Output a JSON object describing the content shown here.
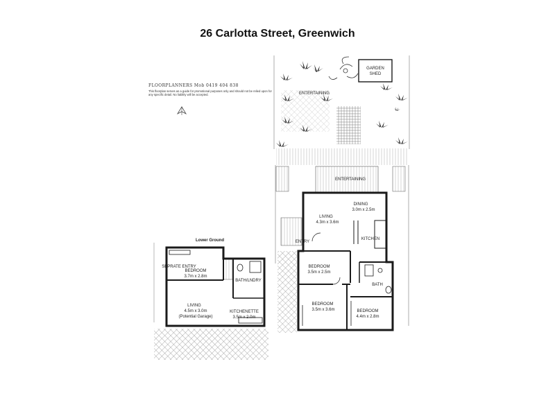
{
  "title": "26 Carlotta Street, Greenwich",
  "disclaimer": {
    "brand": "FLOORPLANNERS",
    "phone": "Mob 0419 404 838",
    "text": "This floorplan serves as a guide for promotional purposes only and should not be relied upon for any specific detail. No liability will be accepted."
  },
  "lower_ground": {
    "heading": "Lower Ground",
    "rooms": {
      "seprate_entry": "SEPRATE ENTRY",
      "bedroom_name": "BEDROOM",
      "bedroom_size": "3.7m x 2.8m",
      "bath_laundry": "BATH/LNDRY",
      "living_name": "LIVING",
      "living_size": "4.5m x 3.0m",
      "living_note": "(Potential Garage)",
      "kitchenette_name": "KITCHENETTE",
      "kitchenette_size": "3.5m x 2.0m"
    }
  },
  "ground": {
    "rooms": {
      "garden_shed_line1": "GARDEN",
      "garden_shed_line2": "SHED",
      "entertaining_upper": "ENTERTAINING",
      "entertaining_deck": "ENTERTAINING",
      "dining_name": "DINING",
      "dining_size": "3.0m x 2.5m",
      "living_name": "LIVING",
      "living_size": "4.3m x 3.6m",
      "kitchen": "KITCHEN",
      "entry": "ENTRY",
      "bedroom1_name": "BEDROOM",
      "bedroom1_size": "3.5m x 2.5m",
      "bath": "BATH",
      "bedroom2_name": "BEDROOM",
      "bedroom2_size": "3.5m x 3.6m",
      "bedroom3_name": "BEDROOM",
      "bedroom3_size": "4.4m x 2.8m"
    }
  },
  "colors": {
    "wall": "#1a1a1a",
    "hatch": "#9a9a9a",
    "plant": "#222222"
  }
}
